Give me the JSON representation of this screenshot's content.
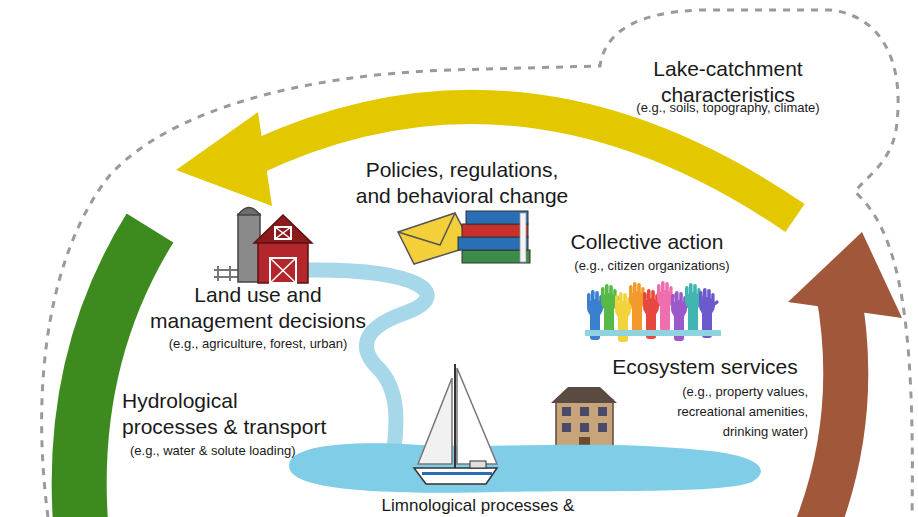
{
  "diagram": {
    "nodes": [
      {
        "text": [
          "Lake-catchment characteristics",
          "(e.g., soils, topography, climate)"
        ]
      },
      {
        "text": [
          "Limnological processes &"
        ],
        "in": 0
      }
    ],
    "labels": [
      "Policies, regulations, and behavioral change",
      "Collective action",
      "(e.g., citizen organizations)",
      "Land use and management decisions",
      "(e.g., agriculture, forest, urban)",
      "Hydrological processes & transport",
      "(e.g., water & solute loading)",
      "Ecosystem services",
      "(e.g., property values, recreational amenities, drinking water)"
    ]
  }
}
